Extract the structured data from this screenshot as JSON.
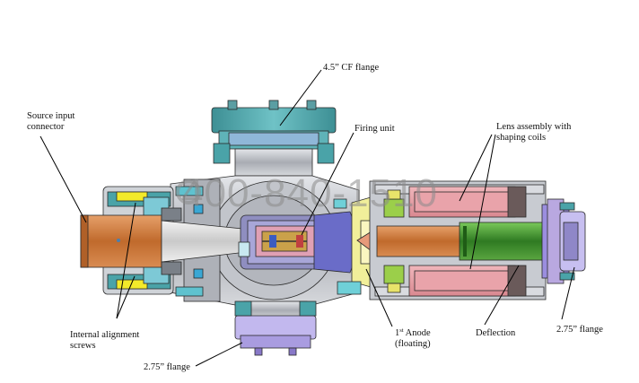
{
  "labels": {
    "cf_flange": "4.5” CF flange",
    "source_input_l1": "Source input",
    "source_input_l2": "connector",
    "firing_unit": "Firing unit",
    "lens_l1": "Lens assembly with",
    "lens_l2": "shaping coils",
    "alignment_l1": "Internal alignment",
    "alignment_l2": "screws",
    "flange_bottom": "2.75” flange",
    "anode_pre": "1",
    "anode_sup": "st",
    "anode_post": " Anode",
    "anode_l2": "(floating)",
    "deflection": "Deflection",
    "flange_right": "2.75” flange"
  },
  "watermark": "400-840-1510",
  "colors": {
    "teal": "#4aa3a8",
    "grey_body": "#b9bcc2",
    "copper": "#c8783a",
    "lavender": "#b9a8e0",
    "green": "#3f8f2d",
    "pink": "#e7a0a6",
    "yellow": "#f1ef9a"
  }
}
